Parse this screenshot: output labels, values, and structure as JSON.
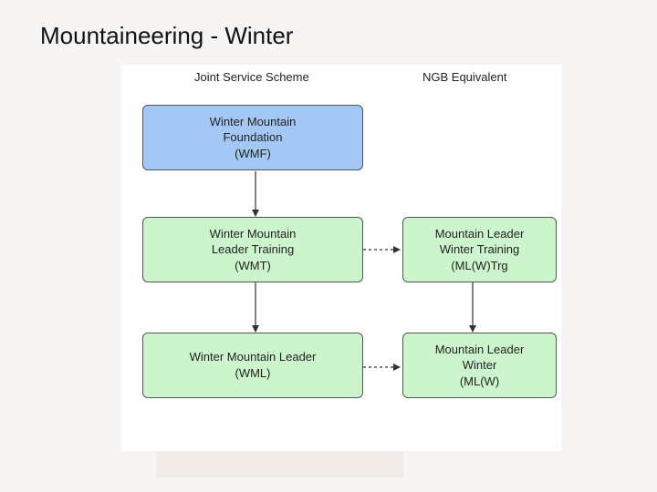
{
  "slide": {
    "title": "Mountaineering - Winter"
  },
  "diagram": {
    "headers": {
      "left": "Joint Service Scheme",
      "right": "NGB Equivalent"
    },
    "boxes": {
      "wmf": {
        "lines": [
          "Winter Mountain",
          "Foundation",
          "(WMF)"
        ]
      },
      "wmt": {
        "lines": [
          "Winter Mountain",
          "Leader Training",
          "(WMT)"
        ]
      },
      "wml": {
        "lines": [
          "Winter Mountain Leader",
          "(WML)"
        ]
      },
      "mlwtrg": {
        "lines": [
          "Mountain Leader",
          "Winter Training",
          "(ML(W)Trg"
        ]
      },
      "mlw": {
        "lines": [
          "Mountain Leader",
          "Winter",
          "(ML(W)"
        ]
      }
    },
    "colors": {
      "blue_box": "#a3c8f5",
      "green_box": "#cdf5cd",
      "border": "#555555"
    }
  }
}
